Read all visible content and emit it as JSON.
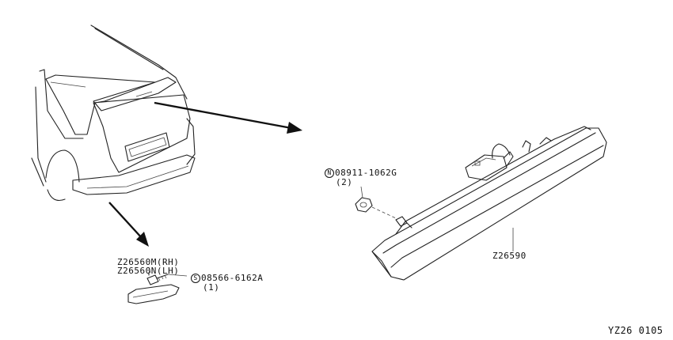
{
  "labels": {
    "part_z26560m": "Z26560M(RH)",
    "part_z26560n": "Z26560N(LH)",
    "screw_code": "08566-6162A",
    "screw_marker": "S",
    "screw_qty": "(1)",
    "nut_code": "08911-1062G",
    "nut_marker": "N",
    "nut_qty": "(2)",
    "lamp_code": "Z26590",
    "diagram_id": "YZ26 0105"
  }
}
